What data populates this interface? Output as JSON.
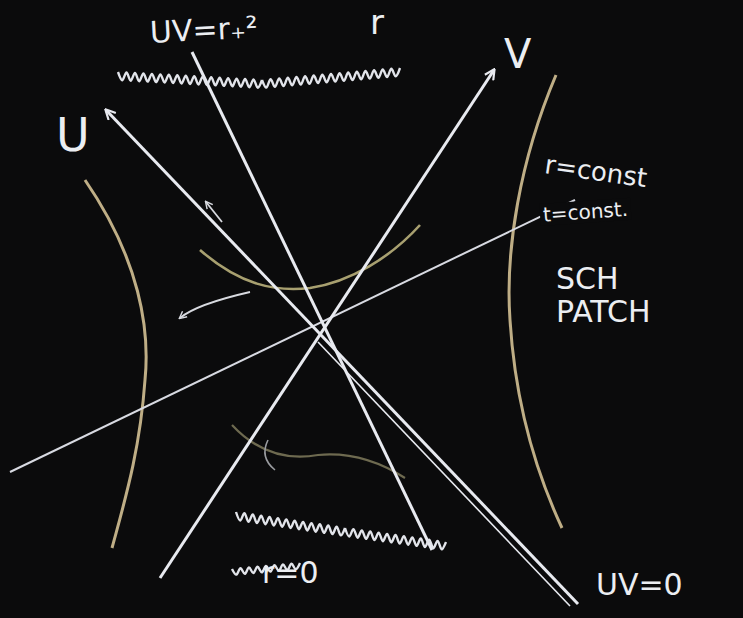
{
  "diagram": {
    "labels": [
      "r",
      "UV=r₊²",
      "U",
      "V",
      "r=const",
      "t=const.",
      "SCH PATCH",
      "r=0",
      "UV=0"
    ]
  }
}
